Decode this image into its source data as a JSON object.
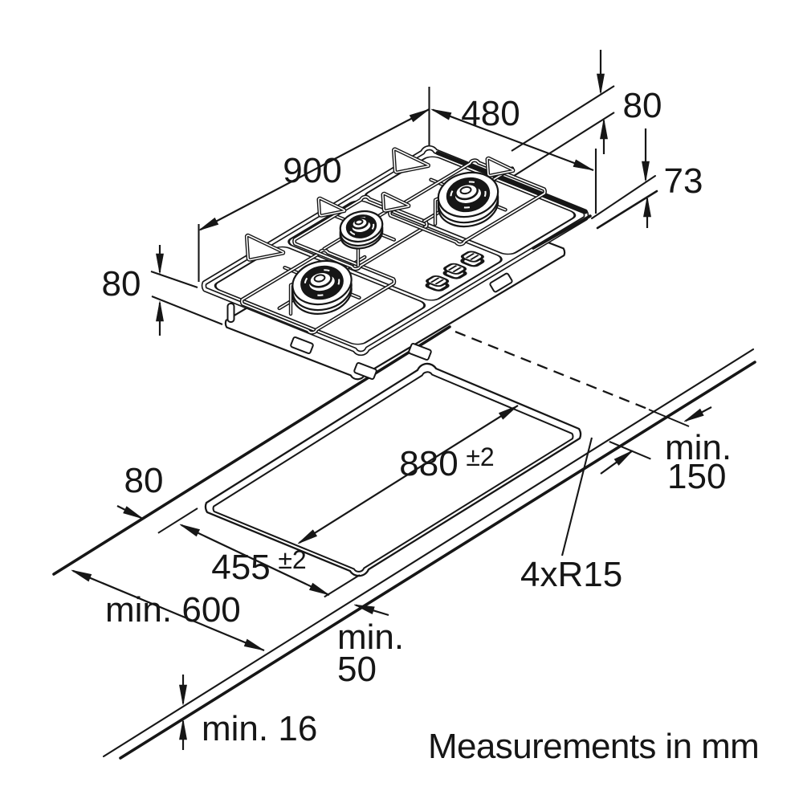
{
  "diagram": {
    "type": "appliance installation drawing",
    "subject": "3-burner gas hob on worktop with cut-out",
    "units_note": "Measurements in mm",
    "hob": {
      "width_mm": "900",
      "depth_mm": "480",
      "height_above_worktop_mm": "80",
      "installation_depth_mm": "73",
      "side_profile_height_mm": "80",
      "burner_count": 3,
      "knob_count": 3
    },
    "cutout": {
      "length_mm": "880",
      "length_tolerance": "±2",
      "width_mm": "455",
      "width_tolerance": "±2",
      "corner_radius": "4xR15",
      "rear_offset_mm": "80",
      "clearance_right_label": [
        "min.",
        "150"
      ],
      "worktop_depth_label": "min. 600",
      "front_clearance_label": [
        "min.",
        "50"
      ],
      "worktop_thickness_label": "min. 16"
    }
  }
}
